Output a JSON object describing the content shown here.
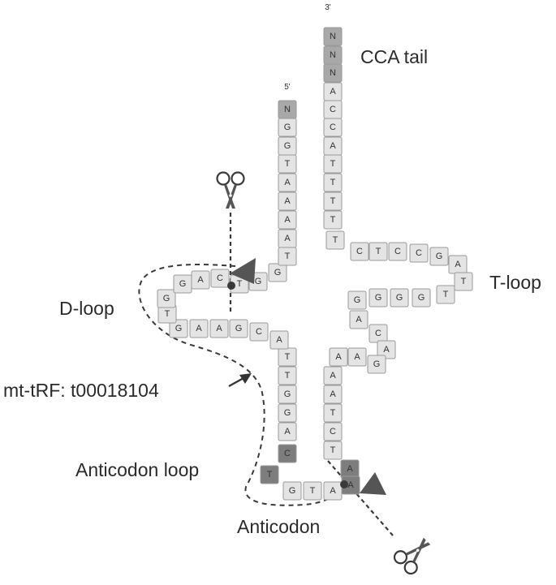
{
  "labels": {
    "prime3": "3'",
    "prime5": "5'",
    "cca_tail": "CCA tail",
    "t_loop": "T-loop",
    "d_loop": "D-loop",
    "mt_trf": "mt-tRF: t00018104",
    "anticodon_loop": "Anticodon loop",
    "anticodon": "Anticodon"
  },
  "colors": {
    "light": "#e4e4e4",
    "mid": "#a8a8a8",
    "dark": "#7d7d7d",
    "stroke": "#9a9a9a",
    "dash": "#3a3a3a"
  },
  "icons": [
    "scissors-icon",
    "scissors-icon",
    "cleavage-arrow-icon",
    "cleavage-arrow-icon",
    "pointer-arrow-icon"
  ],
  "strand": [
    {
      "base": "N",
      "shade": "mid"
    },
    {
      "base": "N",
      "shade": "mid"
    },
    {
      "base": "N",
      "shade": "mid"
    },
    {
      "base": "A",
      "shade": "light"
    },
    {
      "base": "C",
      "shade": "light"
    },
    {
      "base": "C",
      "shade": "light"
    },
    {
      "base": "A",
      "shade": "light"
    },
    {
      "base": "T",
      "shade": "light"
    },
    {
      "base": "T",
      "shade": "light"
    },
    {
      "base": "T",
      "shade": "light"
    },
    {
      "base": "T",
      "shade": "light"
    },
    {
      "base": "T",
      "shade": "light"
    },
    {
      "base": "C",
      "shade": "light"
    },
    {
      "base": "T",
      "shade": "light"
    },
    {
      "base": "C",
      "shade": "light"
    },
    {
      "base": "C",
      "shade": "light"
    },
    {
      "base": "G",
      "shade": "light"
    },
    {
      "base": "A",
      "shade": "light"
    },
    {
      "base": "T",
      "shade": "light"
    },
    {
      "base": "T",
      "shade": "light"
    },
    {
      "base": "G",
      "shade": "light"
    },
    {
      "base": "G",
      "shade": "light"
    },
    {
      "base": "G",
      "shade": "light"
    },
    {
      "base": "G",
      "shade": "light"
    },
    {
      "base": "A",
      "shade": "light"
    },
    {
      "base": "C",
      "shade": "light"
    },
    {
      "base": "A",
      "shade": "light"
    },
    {
      "base": "G",
      "shade": "light"
    },
    {
      "base": "A",
      "shade": "light"
    },
    {
      "base": "A",
      "shade": "light"
    },
    {
      "base": "A",
      "shade": "light"
    },
    {
      "base": "A",
      "shade": "light"
    },
    {
      "base": "T",
      "shade": "light"
    },
    {
      "base": "C",
      "shade": "light"
    },
    {
      "base": "T",
      "shade": "light"
    },
    {
      "base": "A",
      "shade": "dark"
    },
    {
      "base": "A",
      "shade": "dark"
    },
    {
      "base": "A",
      "shade": "light"
    },
    {
      "base": "T",
      "shade": "light"
    },
    {
      "base": "G",
      "shade": "light"
    },
    {
      "base": "T",
      "shade": "dark"
    },
    {
      "base": "C",
      "shade": "dark"
    },
    {
      "base": "A",
      "shade": "light"
    },
    {
      "base": "G",
      "shade": "light"
    },
    {
      "base": "G",
      "shade": "light"
    },
    {
      "base": "T",
      "shade": "light"
    },
    {
      "base": "T",
      "shade": "light"
    },
    {
      "base": "A",
      "shade": "light"
    },
    {
      "base": "C",
      "shade": "light"
    },
    {
      "base": "G",
      "shade": "light"
    },
    {
      "base": "A",
      "shade": "light"
    },
    {
      "base": "A",
      "shade": "light"
    },
    {
      "base": "G",
      "shade": "light"
    },
    {
      "base": "T",
      "shade": "light"
    },
    {
      "base": "G",
      "shade": "light"
    },
    {
      "base": "G",
      "shade": "light"
    },
    {
      "base": "A",
      "shade": "light"
    },
    {
      "base": "C",
      "shade": "light"
    },
    {
      "base": "T",
      "shade": "light"
    },
    {
      "base": "G",
      "shade": "light"
    },
    {
      "base": "G",
      "shade": "light"
    },
    {
      "base": "T",
      "shade": "light"
    },
    {
      "base": "A",
      "shade": "light"
    },
    {
      "base": "A",
      "shade": "light"
    },
    {
      "base": "A",
      "shade": "light"
    },
    {
      "base": "A",
      "shade": "light"
    },
    {
      "base": "T",
      "shade": "light"
    },
    {
      "base": "G",
      "shade": "light"
    },
    {
      "base": "G",
      "shade": "light"
    },
    {
      "base": "N",
      "shade": "mid"
    }
  ]
}
